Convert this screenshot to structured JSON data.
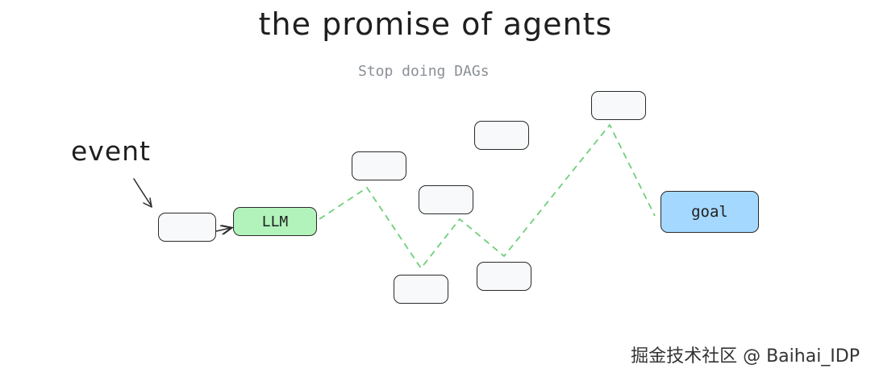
{
  "diagram": {
    "title": "the promise of agents",
    "subtitle": "Stop doing DAGs",
    "event_label": "event",
    "llm_label": "LLM",
    "goal_label": "goal",
    "colors": {
      "llm_fill": "#b2f2bb",
      "goal_fill": "#a5d8ff",
      "path_stroke": "#6fcf7a",
      "box_fill": "#f8f9fa"
    }
  },
  "watermark": "掘金技术社区 @ Baihai_IDP"
}
